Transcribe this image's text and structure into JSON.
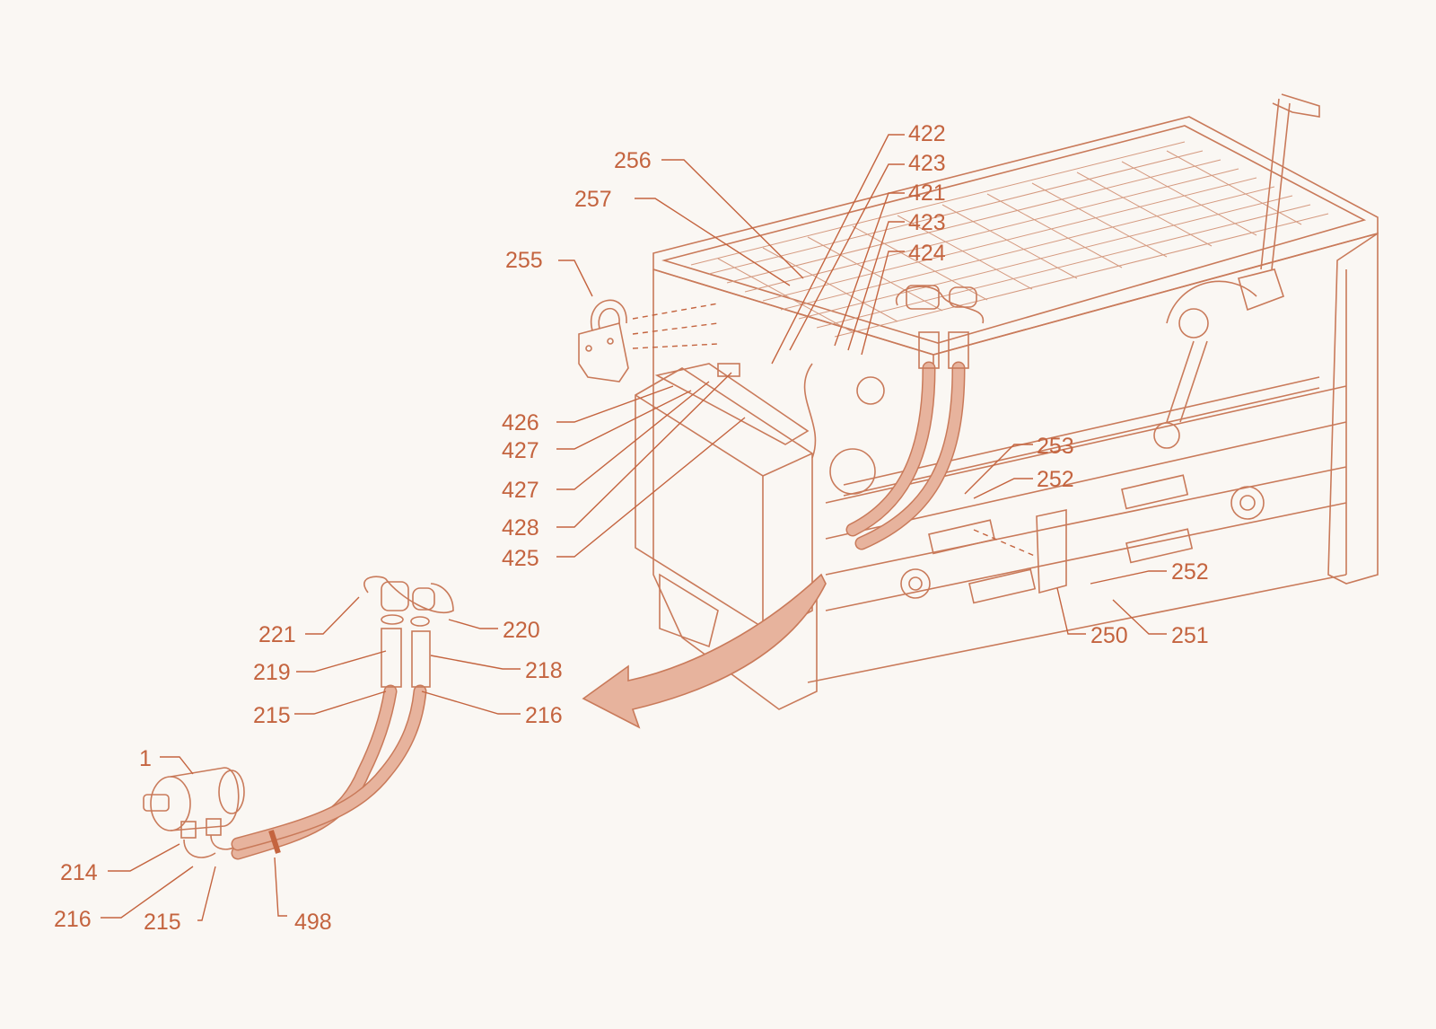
{
  "colors": {
    "background": "#faf7f3",
    "line": "#c97a5a",
    "label": "#c4643f",
    "fill_accent": "#e7b39d"
  },
  "labels": {
    "p1": "1",
    "p214": "214",
    "p215a": "215",
    "p215b": "215",
    "p216a": "216",
    "p216b": "216",
    "p218": "218",
    "p219": "219",
    "p220": "220",
    "p221": "221",
    "p250": "250",
    "p251": "251",
    "p252a": "252",
    "p252b": "252",
    "p253": "253",
    "p255": "255",
    "p256": "256",
    "p257": "257",
    "p421": "421",
    "p422": "422",
    "p423a": "423",
    "p423b": "423",
    "p424": "424",
    "p425": "425",
    "p426": "426",
    "p427a": "427",
    "p427b": "427",
    "p428": "428",
    "p498": "498"
  }
}
